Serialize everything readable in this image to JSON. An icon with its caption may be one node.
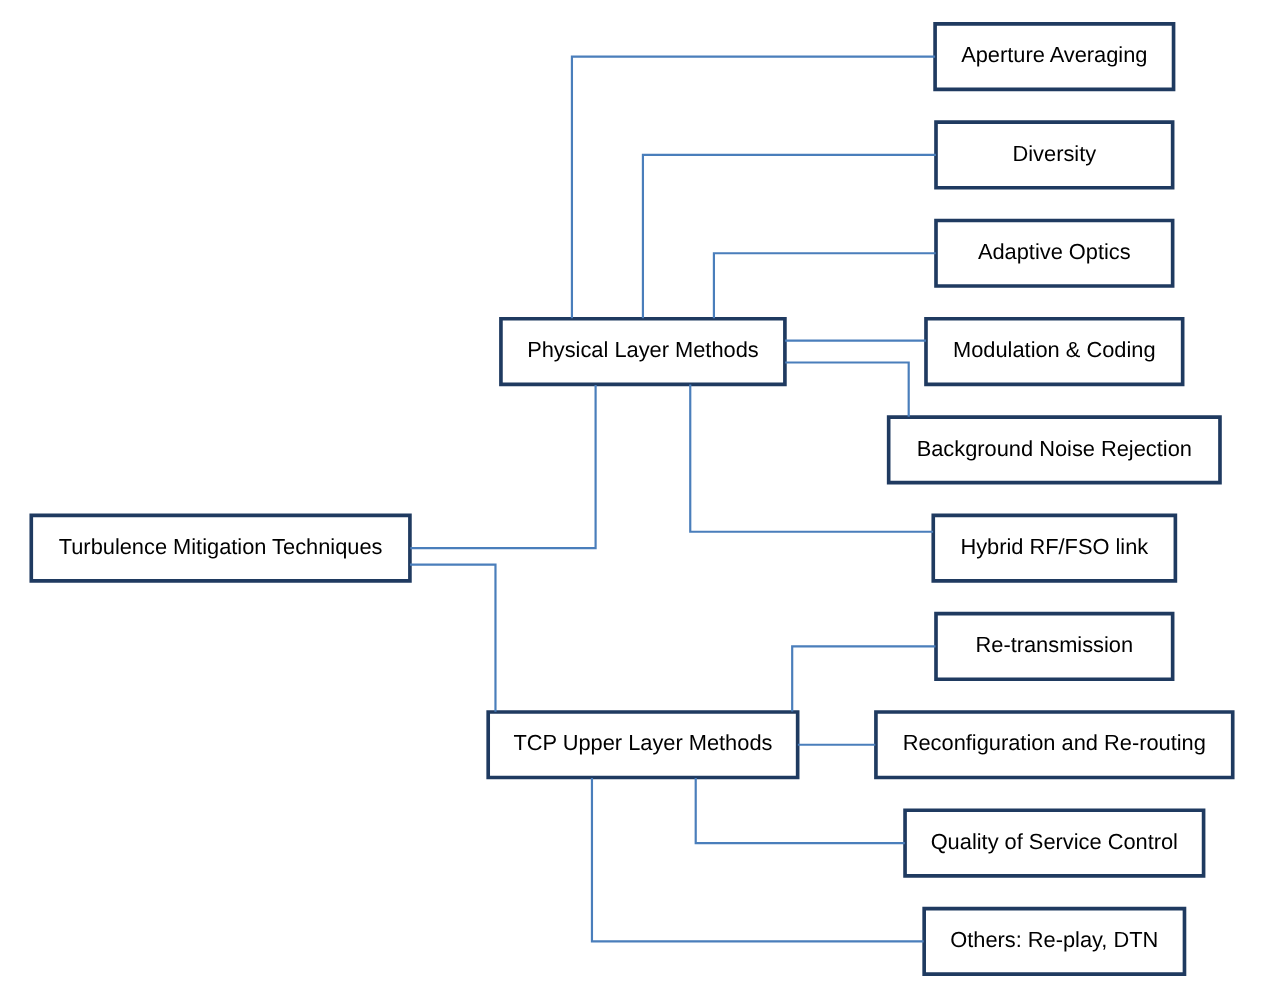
{
  "diagram": {
    "nodes": [
      {
        "text": [
          "Turbulence Mitigation Techniques"
        ]
      },
      {
        "text": [
          "Physical Layer Methods"
        ]
      },
      {
        "text": [
          "TCP Upper Layer Methods"
        ]
      },
      {
        "text": [
          "Aperture Averaging"
        ]
      },
      {
        "text": [
          "Diversity"
        ]
      },
      {
        "text": [
          "Adaptive Optics"
        ]
      },
      {
        "text": [
          "Modulation & Coding"
        ]
      },
      {
        "text": [
          "Background Noise Rejection"
        ]
      },
      {
        "text": [
          "Hybrid RF/FSO link"
        ]
      },
      {
        "text": [
          "Re-transmission"
        ]
      },
      {
        "text": [
          "Reconfiguration and Re-routing"
        ]
      },
      {
        "text": [
          "Quality of Service Control"
        ]
      },
      {
        "text": [
          "Others: Re-play, DTN"
        ]
      }
    ],
    "edges": [
      {
        "from": 0,
        "to": 1,
        "arrow": "none"
      },
      {
        "from": 0,
        "to": 2,
        "arrow": "none"
      },
      {
        "from": 1,
        "to": 3,
        "arrow": "none"
      },
      {
        "from": 1,
        "to": 4,
        "arrow": "none"
      },
      {
        "from": 1,
        "to": 5,
        "arrow": "none"
      },
      {
        "from": 1,
        "to": 6,
        "arrow": "none"
      },
      {
        "from": 1,
        "to": 7,
        "arrow": "none"
      },
      {
        "from": 1,
        "to": 8,
        "arrow": "none"
      },
      {
        "from": 2,
        "to": 9,
        "arrow": "none"
      },
      {
        "from": 2,
        "to": 10,
        "arrow": "none"
      },
      {
        "from": 2,
        "to": 11,
        "arrow": "none"
      },
      {
        "from": 2,
        "to": 12,
        "arrow": "none"
      }
    ]
  }
}
